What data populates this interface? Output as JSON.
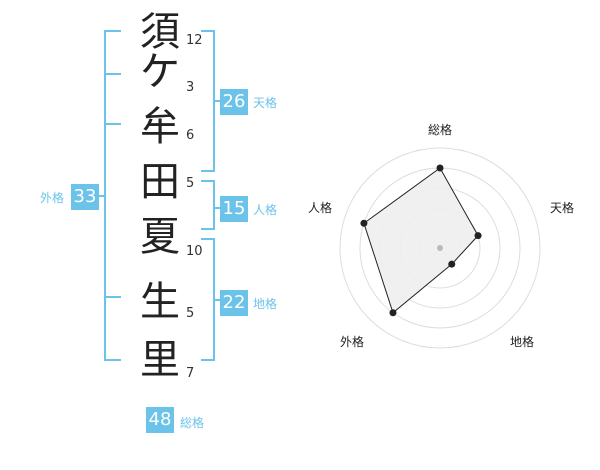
{
  "name": {
    "chars": [
      {
        "char": "須",
        "strokes": "12"
      },
      {
        "char": "ケ",
        "strokes": "3"
      },
      {
        "char": "牟",
        "strokes": "6"
      },
      {
        "char": "田",
        "strokes": "5"
      },
      {
        "char": "夏",
        "strokes": "10"
      },
      {
        "char": "生",
        "strokes": "5"
      },
      {
        "char": "里",
        "strokes": "7"
      }
    ]
  },
  "scores": {
    "tenkaku": {
      "value": "26",
      "label": "天格"
    },
    "jinkaku": {
      "value": "15",
      "label": "人格"
    },
    "chikaku": {
      "value": "22",
      "label": "地格"
    },
    "gaikaku": {
      "value": "33",
      "label": "外格"
    },
    "soukaku": {
      "value": "48",
      "label": "総格"
    }
  },
  "radar": {
    "axes": [
      "総格",
      "天格",
      "地格",
      "外格",
      "人格"
    ],
    "levels": [
      4,
      2,
      1,
      4,
      4
    ],
    "max_level": 5,
    "colors": {
      "fill": "#eeeeee",
      "stroke": "#222222",
      "rings": "#dddddd",
      "center": "#bbbbbb"
    }
  },
  "colors": {
    "accent": "#6cc3ea"
  }
}
